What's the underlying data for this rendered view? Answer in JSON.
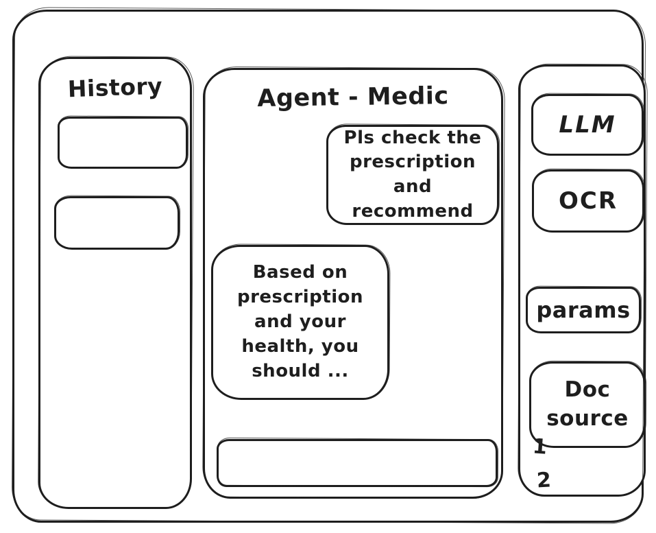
{
  "colors": {
    "stroke": "#1e1e1e",
    "background": "#ffffff"
  },
  "history_panel": {
    "title": "History",
    "items": [
      {
        "label": ""
      },
      {
        "label": ""
      }
    ]
  },
  "chat_panel": {
    "title": "Agent - Medic",
    "messages": [
      {
        "role": "user",
        "align": "right",
        "text": "Pls check the\nprescription\nand recommend"
      },
      {
        "role": "assistant",
        "align": "left",
        "text": "Based on\nprescription\nand your\nhealth, you\nshould ..."
      }
    ],
    "input": {
      "value": ""
    }
  },
  "tools_panel": {
    "buttons": [
      {
        "id": "llm",
        "label": "LLM"
      },
      {
        "id": "ocr",
        "label": "OCR"
      },
      {
        "id": "params",
        "label": "params"
      },
      {
        "id": "doc-source",
        "label": "Doc\nsource"
      }
    ],
    "doc_sources": [
      "1",
      "2"
    ]
  }
}
